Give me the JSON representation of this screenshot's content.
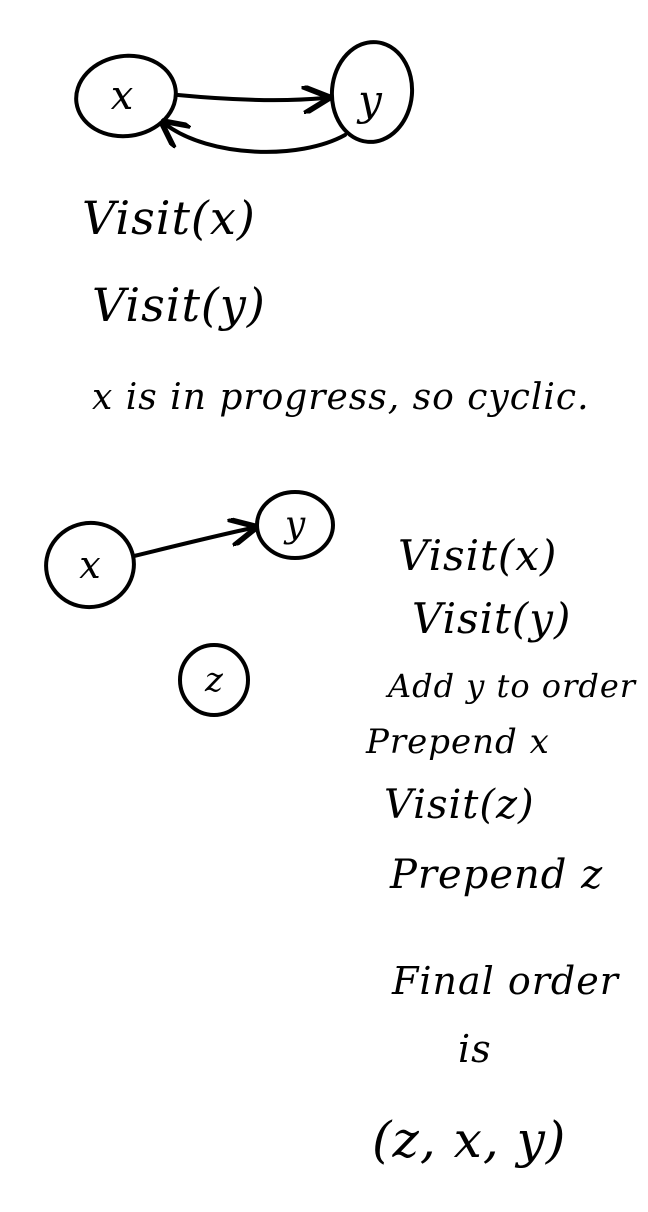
{
  "graph1": {
    "nodes": [
      "x",
      "y"
    ],
    "steps": [
      "Visit(x)",
      "Visit(y)",
      "x is in progress, so cyclic."
    ]
  },
  "graph2": {
    "nodes": [
      "x",
      "y",
      "z"
    ],
    "steps": [
      "Visit(x)",
      "Visit(y)",
      "Add y to order",
      "Prepend x",
      "Visit(z)",
      "Prepend z"
    ],
    "result_intro": "Final order",
    "result_is": "is",
    "result": "(z, x, y)"
  },
  "ink_color": "#000000"
}
